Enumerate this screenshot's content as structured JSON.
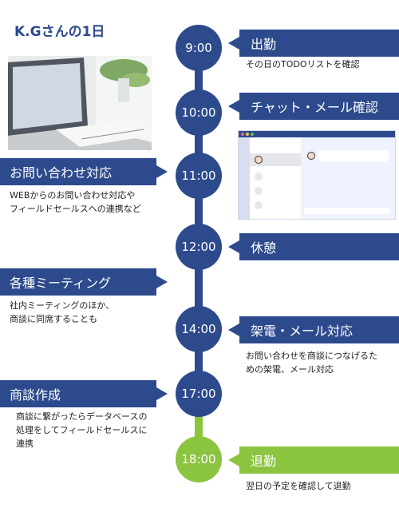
{
  "title": "K.Gさんの1日",
  "colors": {
    "navy": "#2d4a8c",
    "green": "#8bc53f"
  },
  "events": [
    {
      "time": "9:00",
      "label": "出勤",
      "desc": [
        "その日のTODOリストを確認"
      ]
    },
    {
      "time": "10:00",
      "label": "チャット・メール確認",
      "desc": []
    },
    {
      "time": "11:00",
      "label": "お問い合わせ対応",
      "desc": [
        "WEBからのお問い合わせ対応や",
        "フィールドセールスへの連携など"
      ]
    },
    {
      "time": "12:00",
      "label": "休憩",
      "desc": []
    },
    {
      "time": "",
      "label": "各種ミーティング",
      "desc": [
        "社内ミーティングのほか、",
        "商談に同席することも"
      ]
    },
    {
      "time": "14:00",
      "label": "架電・メール対応",
      "desc": [
        "お問い合わせを商談につなげるた",
        "めの架電、メール対応"
      ]
    },
    {
      "time": "17:00",
      "label": "商談作成",
      "desc": [
        "商談に繋がったらデータベースの",
        "処理をしてフィールドセールスに",
        "連携"
      ]
    },
    {
      "time": "18:00",
      "label": "退勤",
      "desc": [
        "翌日の予定を確認して退勤"
      ]
    }
  ]
}
